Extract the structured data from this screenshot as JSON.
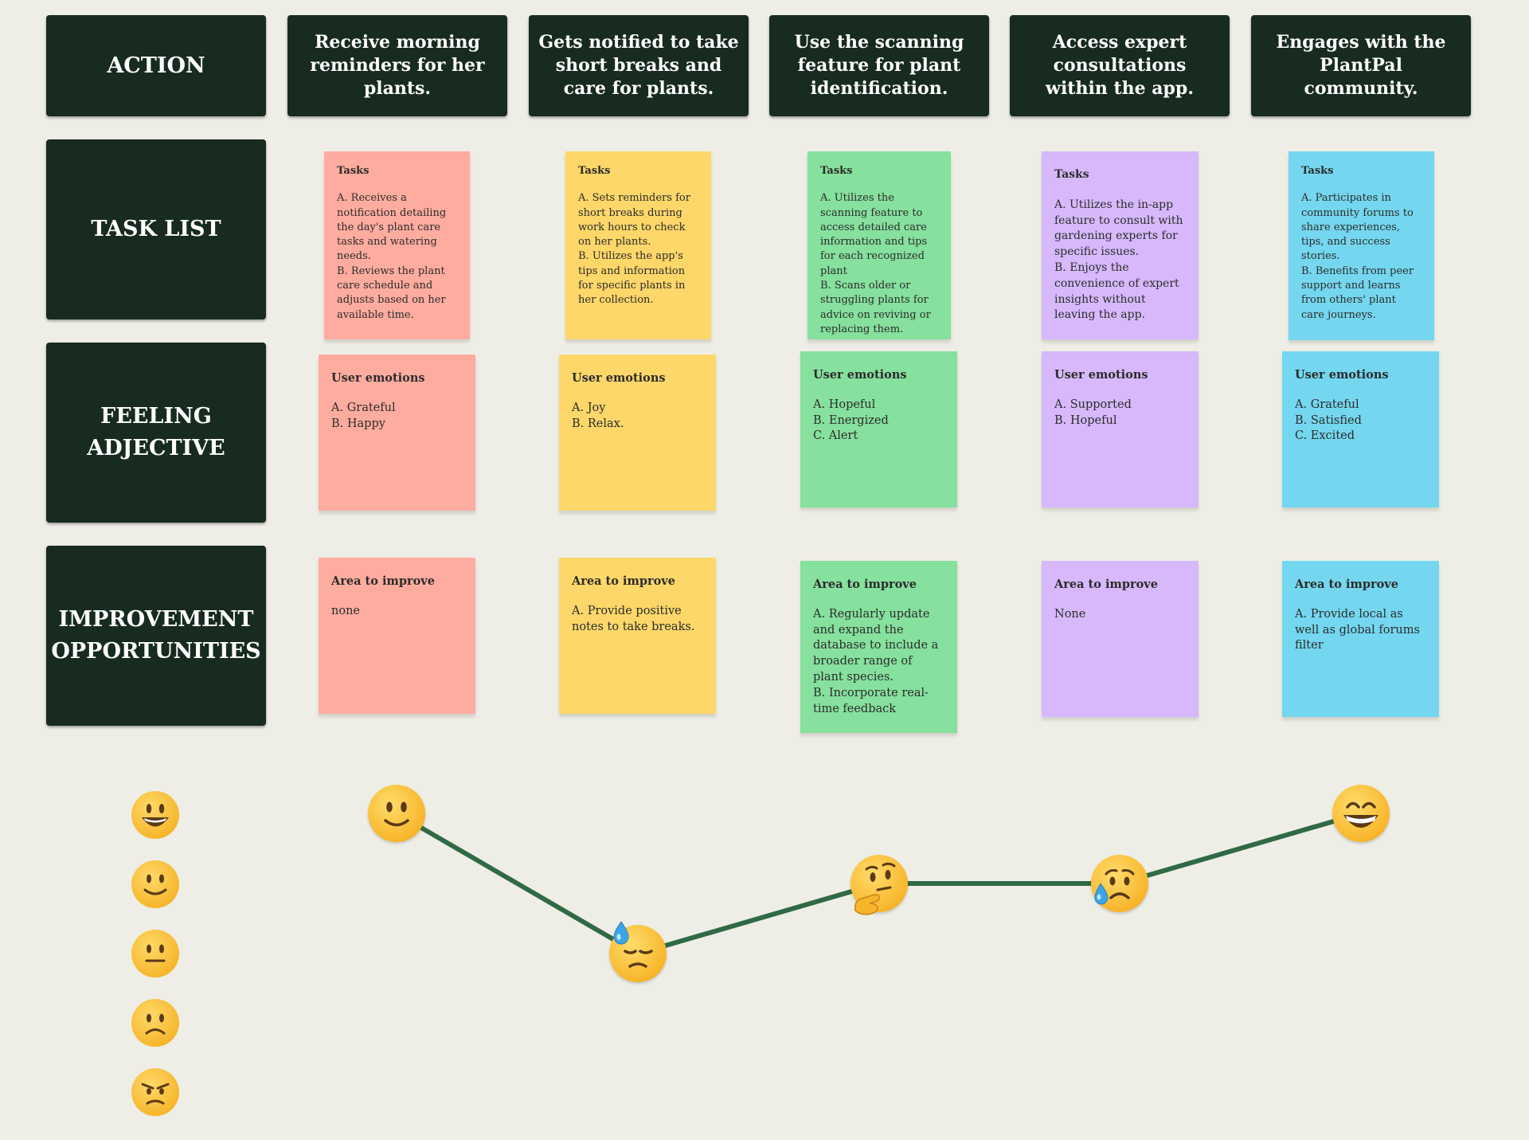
{
  "columns": [
    {
      "action": "Receive morning reminders for her plants.",
      "tasks": {
        "title": "Tasks",
        "body": "A. Receives a notification detailing the day's plant care tasks and watering needs.\nB. Reviews the plant care schedule and adjusts based on her available time."
      },
      "emotions": {
        "title": "User emotions",
        "body": "A. Grateful\nB. Happy"
      },
      "improve": {
        "title": "Area to improve",
        "body": "none"
      },
      "color": "#ffaca0",
      "journey_face": "slightly-smiling-face-icon"
    },
    {
      "action": "Gets notified to take short breaks and care for plants.",
      "tasks": {
        "title": "Tasks",
        "body": "A. Sets reminders for short breaks during work hours to check on her plants.\nB. Utilizes the app's tips and information for specific plants in her collection."
      },
      "emotions": {
        "title": "User emotions",
        "body": "A. Joy\nB. Relax."
      },
      "improve": {
        "title": "Area to improve",
        "body": "A. Provide positive notes to take breaks."
      },
      "color": "#fdd769",
      "journey_face": "downcast-face-with-sweat-icon"
    },
    {
      "action": "Use the scanning feature for plant identification.",
      "tasks": {
        "title": "Tasks",
        "body": "A. Utilizes the scanning feature to access detailed care information and tips for each recognized plant\nB. Scans older or struggling plants for advice on reviving or replacing them."
      },
      "emotions": {
        "title": "User emotions",
        "body": "A. Hopeful\nB. Energized\nC. Alert"
      },
      "improve": {
        "title": "Area to improve",
        "body": "A. Regularly update and expand the database to include a broader range of plant species.\nB. Incorporate real-time feedback"
      },
      "color": "#86e09e",
      "journey_face": "thinking-face-icon"
    },
    {
      "action": "Access expert consultations within the app.",
      "tasks": {
        "title": "Tasks",
        "body": "A. Utilizes the in-app feature to consult with gardening experts for specific issues.\nB. Enjoys the convenience of expert insights without leaving the app."
      },
      "emotions": {
        "title": "User emotions",
        "body": "A. Supported\nB. Hopeful"
      },
      "improve": {
        "title": "Area to improve",
        "body": "None"
      },
      "color": "#d7b9fb",
      "journey_face": "sad-but-relieved-face-icon"
    },
    {
      "action": "Engages with the PlantPal community.",
      "tasks": {
        "title": "Tasks",
        "body": "A.  Participates in community forums to share experiences, tips, and success stories.\nB. Benefits from peer support and learns from others' plant care journeys."
      },
      "emotions": {
        "title": "User emotions",
        "body": "A. Grateful\nB.  Satisfied\nC. Excited"
      },
      "improve": {
        "title": "Area to improve",
        "body": "A. Provide local as well as global forums filter"
      },
      "color": "#74d7ef",
      "journey_face": "grinning-face-icon"
    }
  ],
  "rows": {
    "action": "ACTION",
    "task_list": "TASK LIST",
    "feeling": "FEELING ADJECTIVE",
    "improvement": "IMPROVEMENT OPPORTUNITIES"
  },
  "chart_data": {
    "type": "line",
    "categories": [
      "Receive morning reminders for her plants.",
      "Gets notified to take short breaks and care for plants.",
      "Use the scanning feature for plant identification.",
      "Access expert consultations within the app.",
      "Engages with the PlantPal community."
    ],
    "ylim": [
      1,
      5
    ],
    "scale_levels": [
      "very-happy",
      "happy",
      "neutral",
      "sad",
      "angry"
    ],
    "series": [
      {
        "values": [
          5,
          3,
          4,
          4,
          5
        ]
      }
    ],
    "line_color": "#2f6a45"
  },
  "colors": {
    "header_bg": "#172b20",
    "background": "#eeeee6"
  }
}
